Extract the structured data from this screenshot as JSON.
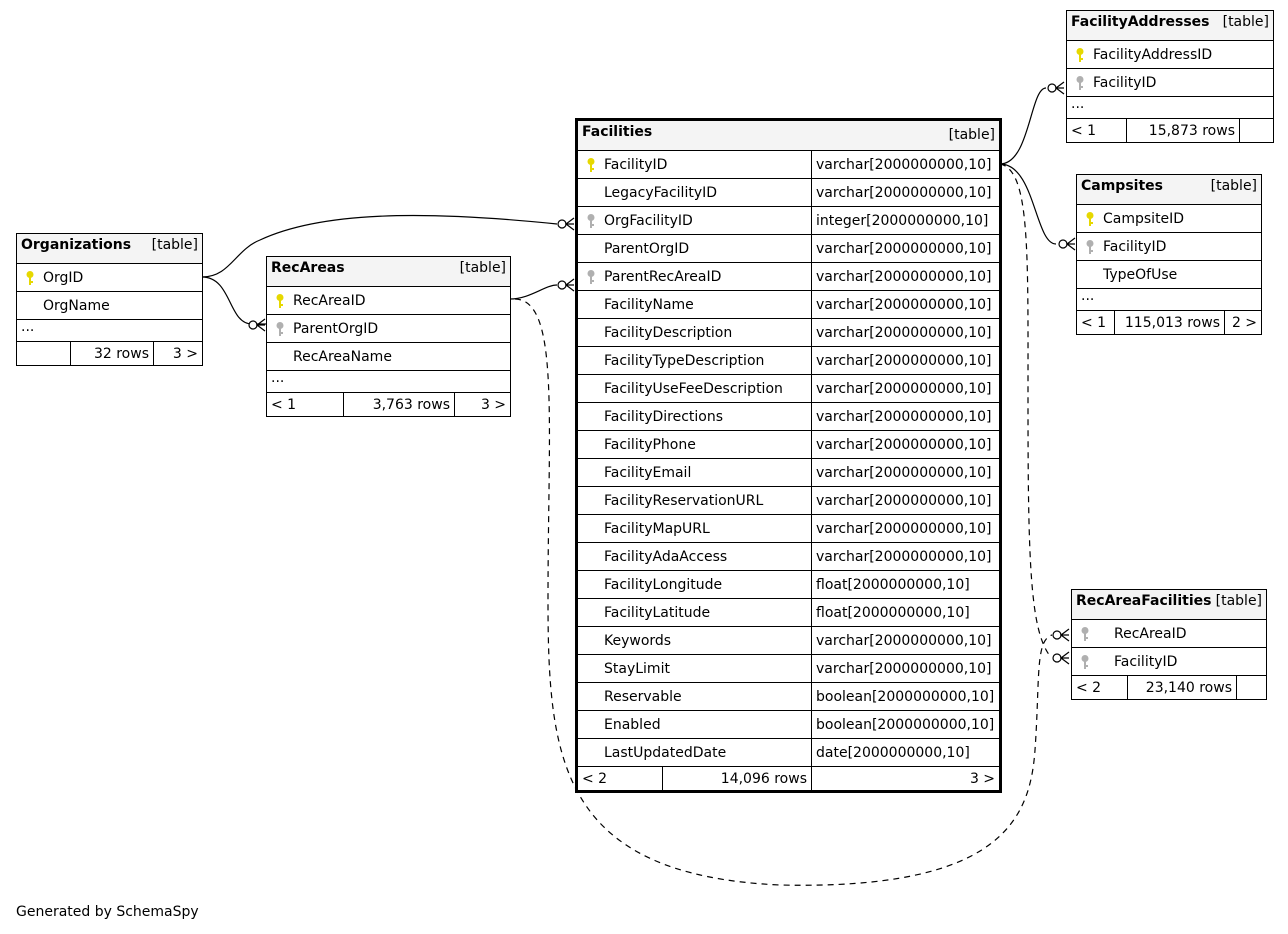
{
  "tables": {
    "organizations": {
      "name": "Organizations",
      "tag": "[table]",
      "columns": [
        {
          "name": "OrgID",
          "key": "primary"
        },
        {
          "name": "OrgName",
          "key": "none"
        }
      ],
      "ellipsis": "...",
      "footer": {
        "left": "",
        "rows": "32 rows",
        "right": "3 >"
      }
    },
    "recareas": {
      "name": "RecAreas",
      "tag": "[table]",
      "columns": [
        {
          "name": "RecAreaID",
          "key": "primary"
        },
        {
          "name": "ParentOrgID",
          "key": "foreign"
        },
        {
          "name": "RecAreaName",
          "key": "none"
        }
      ],
      "ellipsis": "...",
      "footer": {
        "left": "< 1",
        "rows": "3,763 rows",
        "right": "3 >"
      }
    },
    "facilities": {
      "name": "Facilities",
      "tag": "[table]",
      "columns": [
        {
          "name": "FacilityID",
          "type": "varchar[2000000000,10]",
          "key": "primary"
        },
        {
          "name": "LegacyFacilityID",
          "type": "varchar[2000000000,10]",
          "key": "none"
        },
        {
          "name": "OrgFacilityID",
          "type": "integer[2000000000,10]",
          "key": "foreign"
        },
        {
          "name": "ParentOrgID",
          "type": "varchar[2000000000,10]",
          "key": "none"
        },
        {
          "name": "ParentRecAreaID",
          "type": "varchar[2000000000,10]",
          "key": "foreign"
        },
        {
          "name": "FacilityName",
          "type": "varchar[2000000000,10]",
          "key": "none"
        },
        {
          "name": "FacilityDescription",
          "type": "varchar[2000000000,10]",
          "key": "none"
        },
        {
          "name": "FacilityTypeDescription",
          "type": "varchar[2000000000,10]",
          "key": "none"
        },
        {
          "name": "FacilityUseFeeDescription",
          "type": "varchar[2000000000,10]",
          "key": "none"
        },
        {
          "name": "FacilityDirections",
          "type": "varchar[2000000000,10]",
          "key": "none"
        },
        {
          "name": "FacilityPhone",
          "type": "varchar[2000000000,10]",
          "key": "none"
        },
        {
          "name": "FacilityEmail",
          "type": "varchar[2000000000,10]",
          "key": "none"
        },
        {
          "name": "FacilityReservationURL",
          "type": "varchar[2000000000,10]",
          "key": "none"
        },
        {
          "name": "FacilityMapURL",
          "type": "varchar[2000000000,10]",
          "key": "none"
        },
        {
          "name": "FacilityAdaAccess",
          "type": "varchar[2000000000,10]",
          "key": "none"
        },
        {
          "name": "FacilityLongitude",
          "type": "float[2000000000,10]",
          "key": "none"
        },
        {
          "name": "FacilityLatitude",
          "type": "float[2000000000,10]",
          "key": "none"
        },
        {
          "name": "Keywords",
          "type": "varchar[2000000000,10]",
          "key": "none"
        },
        {
          "name": "StayLimit",
          "type": "varchar[2000000000,10]",
          "key": "none"
        },
        {
          "name": "Reservable",
          "type": "boolean[2000000000,10]",
          "key": "none"
        },
        {
          "name": "Enabled",
          "type": "boolean[2000000000,10]",
          "key": "none"
        },
        {
          "name": "LastUpdatedDate",
          "type": "date[2000000000,10]",
          "key": "none"
        }
      ],
      "footer": {
        "left": "< 2",
        "rows": "14,096 rows",
        "right": "3 >"
      }
    },
    "facilityaddresses": {
      "name": "FacilityAddresses",
      "tag": "[table]",
      "columns": [
        {
          "name": "FacilityAddressID",
          "key": "primary"
        },
        {
          "name": "FacilityID",
          "key": "foreign"
        }
      ],
      "ellipsis": "...",
      "footer": {
        "left": "< 1",
        "rows": "15,873 rows",
        "right": ""
      }
    },
    "campsites": {
      "name": "Campsites",
      "tag": "[table]",
      "columns": [
        {
          "name": "CampsiteID",
          "key": "primary"
        },
        {
          "name": "FacilityID",
          "key": "foreign"
        },
        {
          "name": "TypeOfUse",
          "key": "none"
        }
      ],
      "ellipsis": "...",
      "footer": {
        "left": "< 1",
        "rows": "115,013 rows",
        "right": "2 >"
      }
    },
    "recareafacilities": {
      "name": "RecAreaFacilities",
      "tag": "[table]",
      "columns": [
        {
          "name": "RecAreaID",
          "key": "foreign"
        },
        {
          "name": "FacilityID",
          "key": "foreign"
        }
      ],
      "footer": {
        "left": "< 2",
        "rows": "23,140 rows",
        "right": ""
      }
    }
  },
  "relationships": [
    {
      "from": "Organizations.OrgID",
      "to": "RecAreas.ParentOrgID",
      "style": "solid"
    },
    {
      "from": "Organizations.OrgID",
      "to": "Facilities.OrgFacilityID",
      "style": "solid"
    },
    {
      "from": "RecAreas.RecAreaID",
      "to": "Facilities.ParentRecAreaID",
      "style": "solid"
    },
    {
      "from": "RecAreas.RecAreaID",
      "to": "RecAreaFacilities.RecAreaID",
      "style": "dashed"
    },
    {
      "from": "Facilities.FacilityID",
      "to": "FacilityAddresses.FacilityID",
      "style": "solid"
    },
    {
      "from": "Facilities.FacilityID",
      "to": "Campsites.FacilityID",
      "style": "solid"
    },
    {
      "from": "Facilities.FacilityID",
      "to": "RecAreaFacilities.FacilityID",
      "style": "dashed"
    }
  ],
  "colors": {
    "primary_key": "#e6d800",
    "foreign_key": "#b0b0b0",
    "header_bg": "#f4f4f4"
  },
  "footer_text": "Generated by SchemaSpy"
}
